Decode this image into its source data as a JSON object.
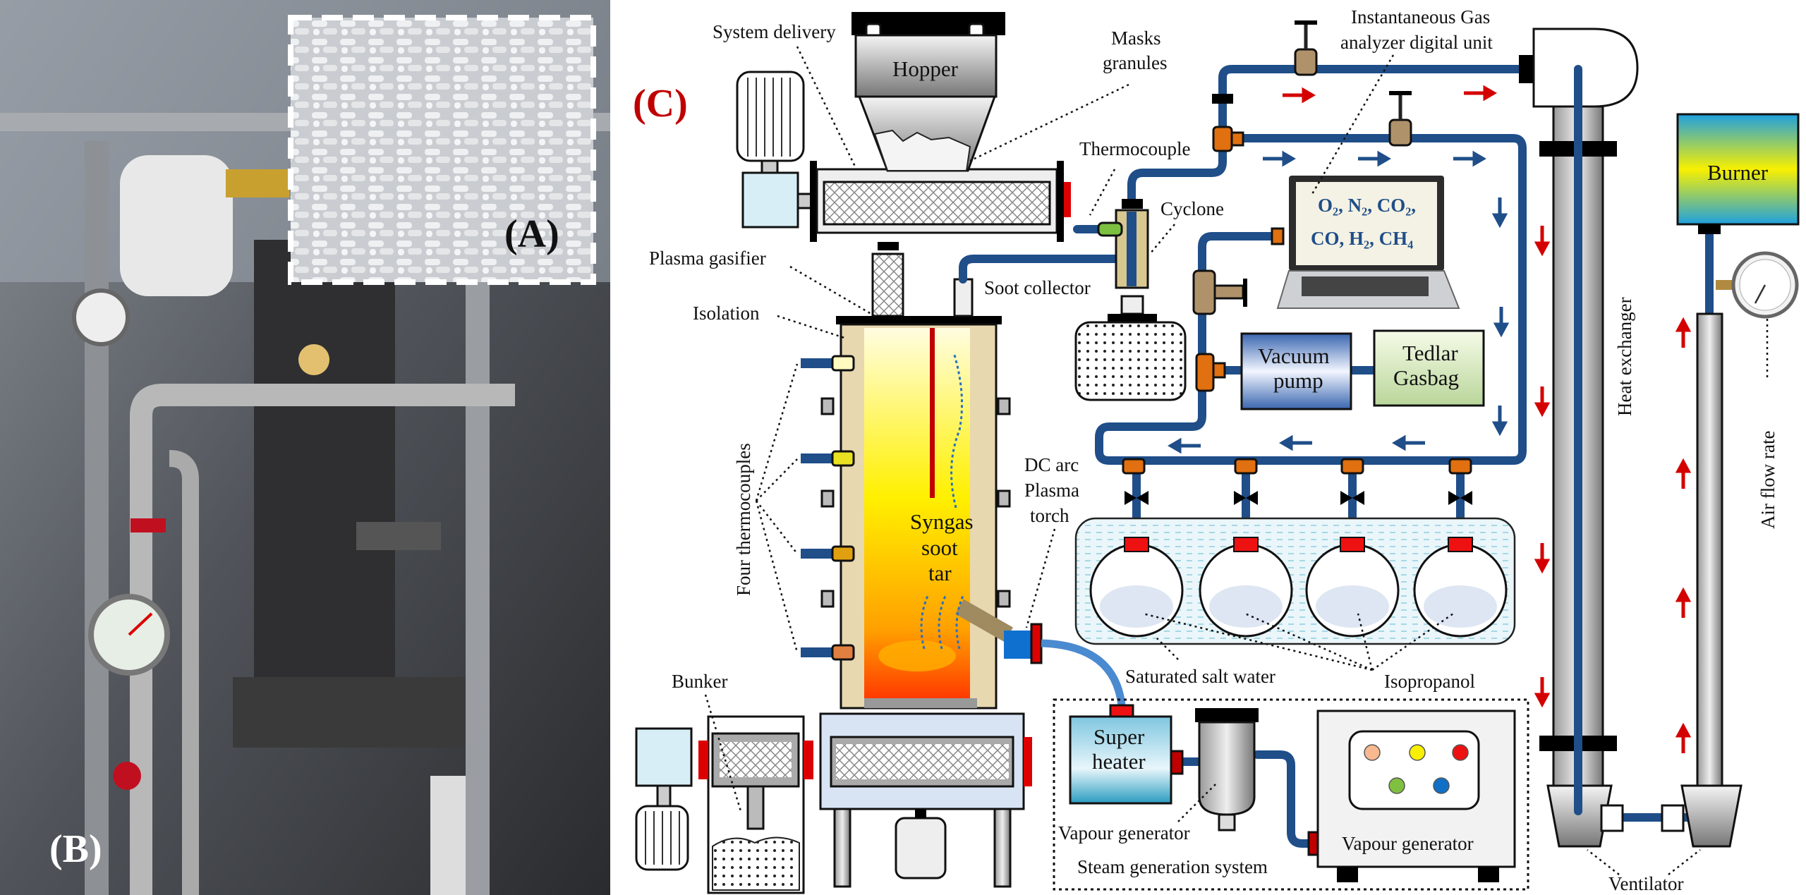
{
  "panels": {
    "a": "(A)",
    "b": "(B)",
    "c": "(C)"
  },
  "labels": {
    "system_delivery": "System delivery",
    "hopper": "Hopper",
    "masks_granules": [
      "Masks",
      "granules"
    ],
    "thermocouple": "Thermocouple",
    "cyclone": "Cyclone",
    "soot_collector": "Soot collector",
    "plasma_gasifier": "Plasma gasifier",
    "isolation": "Isolation",
    "four_thermocouples": "Four thermocouples",
    "syngas": [
      "Syngas",
      "soot",
      "tar"
    ],
    "dc_arc": [
      "DC arc",
      "Plasma",
      "torch"
    ],
    "bunker": "Bunker",
    "gas_analyzer": [
      "Instantaneous Gas",
      "analyzer digital unit"
    ],
    "analyzer_gases": [
      "O₂, N₂, CO₂,",
      "CO, H₂, CH₄"
    ],
    "vacuum_pump": [
      "Vacuum",
      "pump"
    ],
    "tedlar_gasbag": [
      "Tedlar",
      "Gasbag"
    ],
    "heat_exchanger": "Heat exchanger",
    "burner": "Burner",
    "air_flow_rate": "Air flow rate",
    "saturated_salt_water": "Saturated salt water",
    "isopropanol": "Isopropanol",
    "super_heater": [
      "Super",
      "heater"
    ],
    "vapour_generator_cylinder": "Vapour generator",
    "vapour_generator_unit": "Vapour generator",
    "steam_generation_system": "Steam generation system",
    "ventilator": "Ventilator"
  },
  "colors": {
    "pipe": "#1f4e89",
    "panel_c_label": "#c00000",
    "flow_arrow_hot": "#d40000",
    "flow_arrow_gas": "#1f4e89",
    "connector_orange": "#e07010",
    "cap_red": "#ee1111"
  },
  "vapour_generator_indicators": [
    "#f8b890",
    "#f8f000",
    "#ee1111",
    "#80c040",
    "#1070c8"
  ]
}
